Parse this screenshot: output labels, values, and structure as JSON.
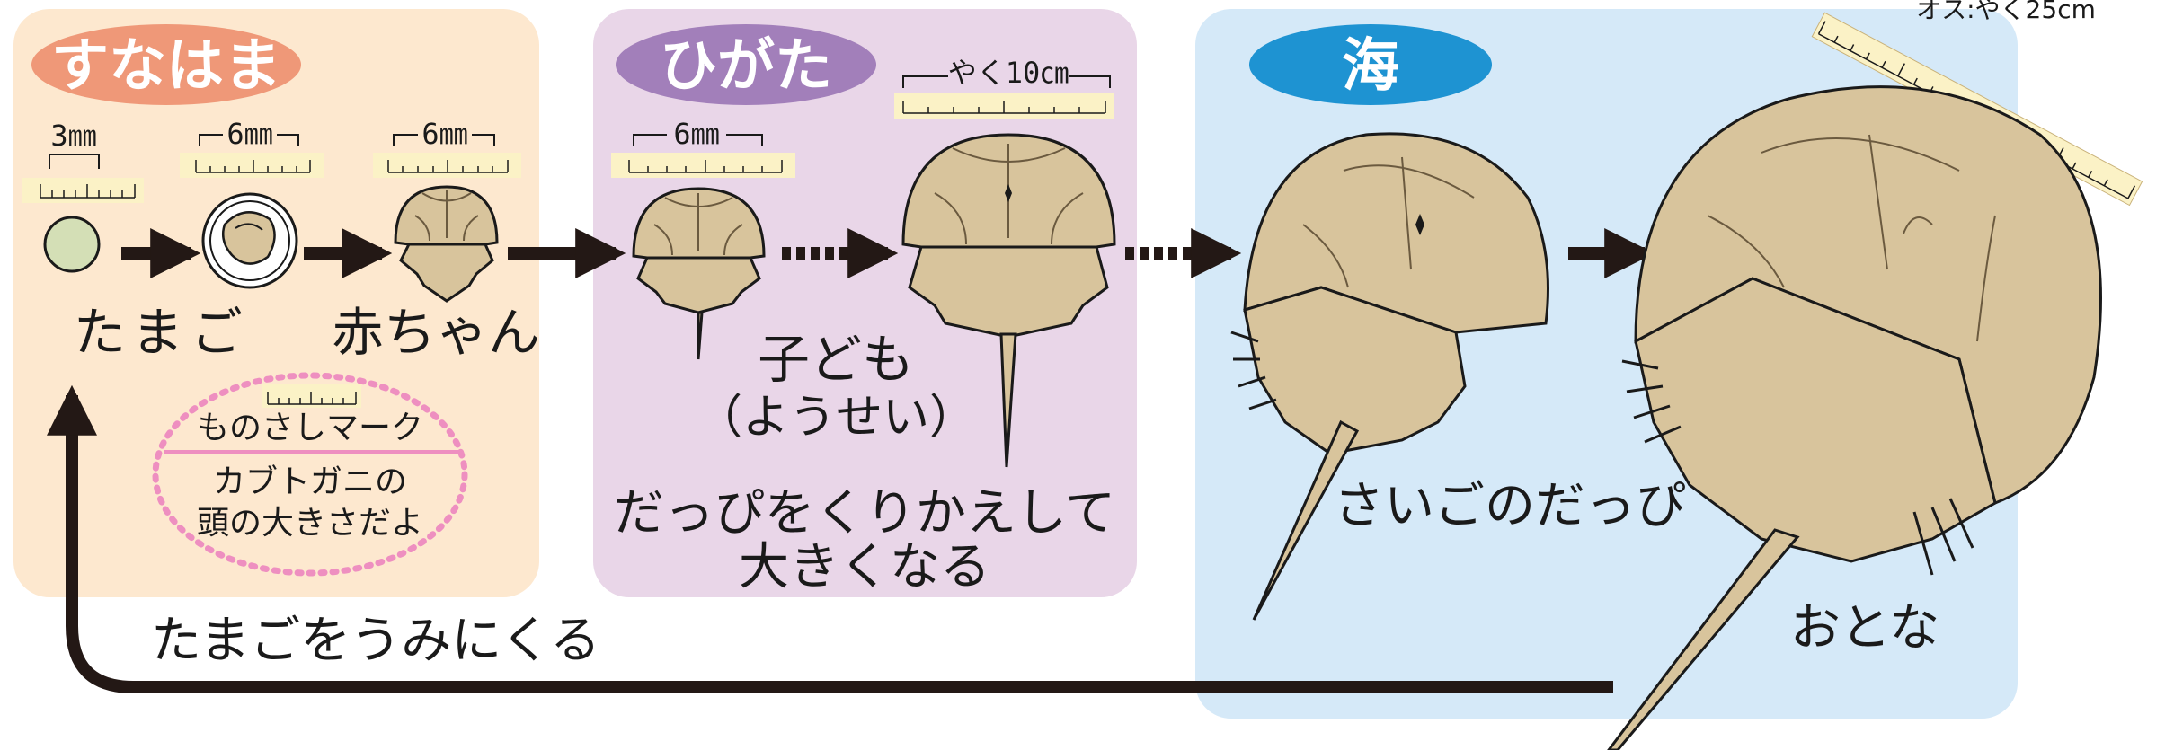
{
  "zones": [
    {
      "title": "すなはま",
      "color": "#fde8cf",
      "pill": "#ef9878"
    },
    {
      "title": "ひがた",
      "color": "#e9d6e8",
      "pill": "#a27fba"
    },
    {
      "title": "海",
      "color": "#d5e9f8",
      "pill": "#1e93d2"
    }
  ],
  "sizes": {
    "egg": "3㎜",
    "egg_hatching": "6㎜",
    "baby": "6㎜",
    "juvenile_small": "6㎜",
    "juvenile_large": "やく10㎝",
    "adult": "オス:やく25cm"
  },
  "labels": {
    "egg": "たまご",
    "baby": "赤ちゃん",
    "child_line1": "子ども",
    "child_line2": "（ようせい）",
    "molt_line1": "だっぴをくりかえして",
    "molt_line2": "大きくなる",
    "last_molt": "さいごのだっぴ",
    "adult": "おとな",
    "return": "たまごをうみにくる"
  },
  "note": {
    "line1": "ものさしマーク",
    "line2": "カブトガニの",
    "line3": "頭の大きさだよ"
  },
  "colors": {
    "creature_fill": "#d8c49c",
    "creature_stroke": "#1a1a1a",
    "egg_fill": "#d4dfb6",
    "ruler_bg": "#fbf2c6",
    "note_border": "#ee8fc0",
    "arrow": "#231815"
  }
}
